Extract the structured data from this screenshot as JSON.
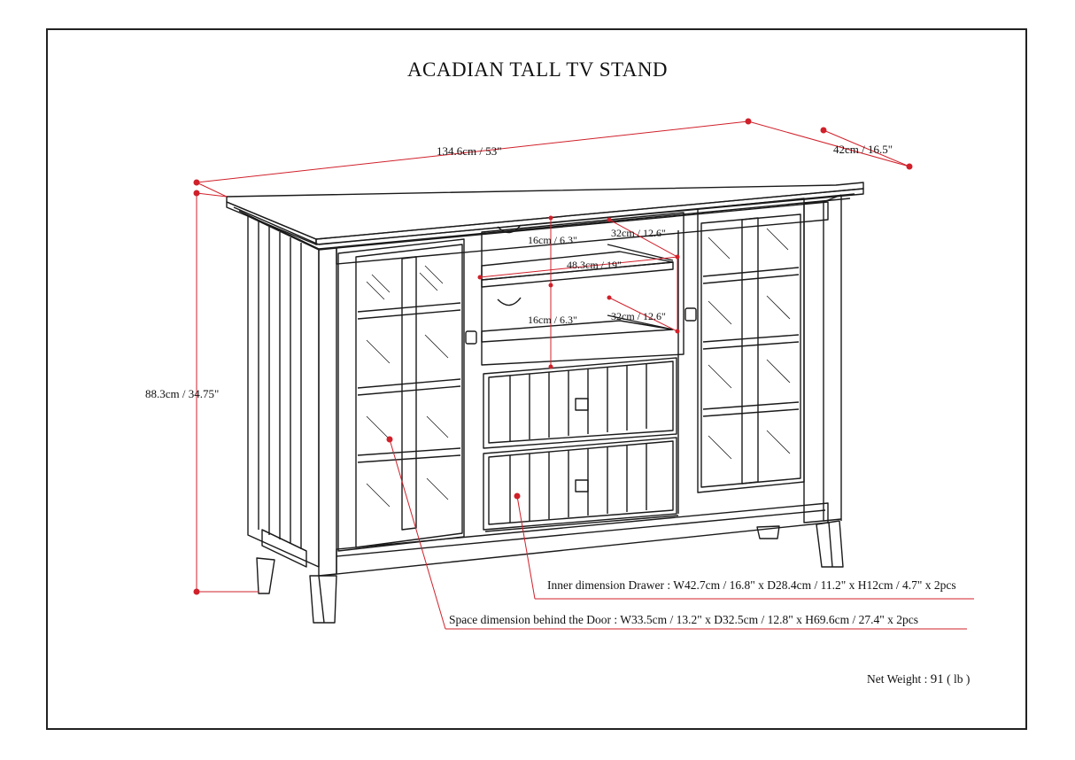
{
  "title": "ACADIAN TALL TV STAND",
  "dimensions": {
    "width": "134.6cm / 53\"",
    "depth": "42cm / 16.5\"",
    "height": "88.3cm / 34.75\"",
    "shelf_height_top": "16cm / 6.3\"",
    "shelf_height_bottom": "16cm / 6.3\"",
    "shelf_depth_top": "32cm / 12.6\"",
    "shelf_depth_bottom": "32cm / 12.6\"",
    "shelf_width": "48.3cm / 19\""
  },
  "notes": {
    "drawer": "Inner dimension Drawer : W42.7cm / 16.8\" x D28.4cm / 11.2\" x H12cm / 4.7\" x 2pcs",
    "door": "Space dimension behind the Door  : W33.5cm / 13.2\" x D32.5cm / 12.8\" x H69.6cm / 27.4\" x 2pcs"
  },
  "weight": {
    "prefix": "Net Weight : ",
    "value": "91",
    "unit": " ( lb )"
  },
  "colors": {
    "line": "#1a1a1a",
    "dimension": "#d0202a"
  }
}
